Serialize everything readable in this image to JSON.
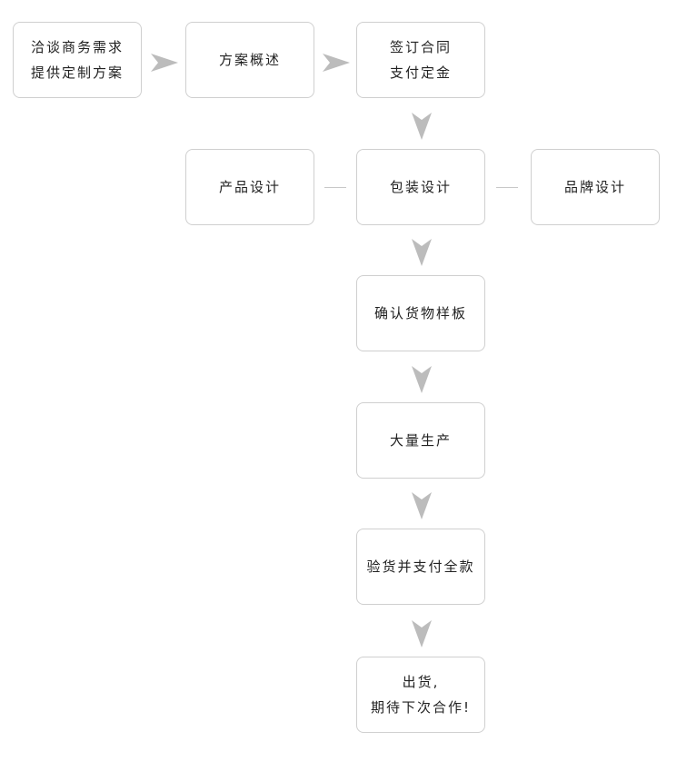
{
  "colors": {
    "box_border": "#cfcfcf",
    "text": "#222222",
    "arrow": "#bcbcbc",
    "connector": "#c8c8c8"
  },
  "steps": {
    "negotiate": {
      "line1": "洽谈商务需求",
      "line2": "提供定制方案"
    },
    "overview": {
      "line1": "方案概述"
    },
    "contract": {
      "line1": "签订合同",
      "line2": "支付定金"
    },
    "product_design": {
      "line1": "产品设计"
    },
    "packaging_design": {
      "line1": "包装设计"
    },
    "brand_design": {
      "line1": "品牌设计"
    },
    "sample": {
      "line1": "确认货物样板"
    },
    "production": {
      "line1": "大量生产"
    },
    "inspection": {
      "line1": "验货并支付全款"
    },
    "delivery": {
      "line1": "出货,",
      "line2": "期待下次合作!"
    }
  }
}
